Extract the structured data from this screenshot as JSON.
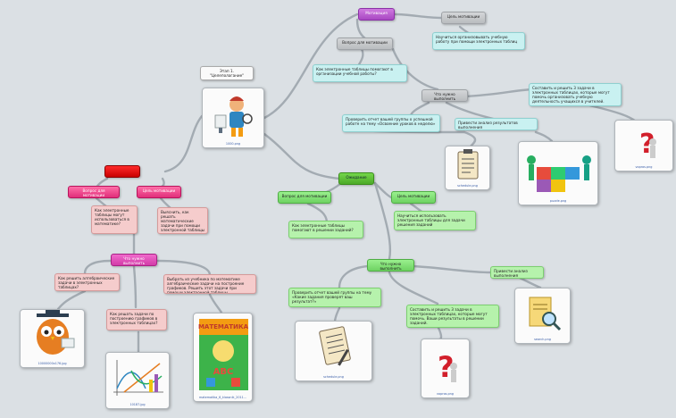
{
  "nodes": {
    "stage1": "Этап 1. \"Целеполагание\"",
    "center_file": "1000.png",
    "root_right_top": "Мотивация",
    "root_right_top_goal": "Цель мотивации",
    "root_right_top_goal_text": "Научиться организовывать учебную работу при помощи электронных таблиц",
    "root_right_top_question": "Вопрос для мотивации",
    "root_right_top_question_text": "Как электронные таблицы помогают в организации учебной работы?",
    "root_right_top_what": "Что нужно выполнить",
    "root_right_top_what_text1": "Проверить отчет вашей группы о успешной работе на тему «Освоение уроков в неделю»",
    "root_right_top_what_text2": "Составить и решить 3 задачи в электронных таблицах, которые могут помочь организовать учебную деятельность учащихся в учителей.",
    "root_right_top_results": "Привести анализ результатов выполнения",
    "img_schedule": "schedule.png",
    "img_puzzle": "puzzle.png",
    "img_question1": "vopros.png",
    "root_right_mid": "Ожидание",
    "root_right_mid_question": "Вопрос для мотивации",
    "root_right_mid_question_text": "Как электронные таблицы помогают в решении заданий?",
    "root_right_mid_goal": "Цель мотивации",
    "root_right_mid_goal_text": "Научиться использовать электронные таблицы для задачи решения заданий",
    "root_right_mid_what": "Что нужно выполнить",
    "root_right_mid_what_text1": "Проверить отчет вашей группы на тему «Какие задания проверят ваш результат?»",
    "root_right_mid_what_text2": "Составить и решить 3 задачи в электронных таблицах, которые могут помочь. Ваши результаты в решении заданий.",
    "root_right_mid_results": "Привести анализ выполнения",
    "img_schedule2": "schedule.png",
    "img_question2": "vopros.png",
    "img_search": "search.png",
    "left_root": "",
    "left_question": "Вопрос для мотивации",
    "left_goal": "Цель мотивации",
    "left_question_text": "Как электронные таблицы могут использоваться в математике?",
    "left_goal_text": "Выяснить, как решать математические задачи при помощи электронной таблицы",
    "left_what": "Что нужно выполнить",
    "left_task1": "Как решить алгебраические задачи в электронных таблицах?",
    "left_task2": "Как решать задачи по построению графиков в электронных таблицах?",
    "left_task3": "Выбрать из учебника по математике алгебраические задачи на построение графиков. Решить этот задачи при помощи электронной таблицы.",
    "img_owl": "10000000x176.jpg",
    "img_graphs": "10187.jpg",
    "img_book": "matematika_6_klassnik_2011...",
    "book_title": "МАТЕМАТИКА",
    "book_subtitle": "АВС"
  },
  "colors": {
    "background": "#dbe0e4",
    "link": "#a3abb2",
    "purple": "#b458cc",
    "green": "#6ed262",
    "red": "#e00000",
    "pink": "#e02e7a"
  }
}
